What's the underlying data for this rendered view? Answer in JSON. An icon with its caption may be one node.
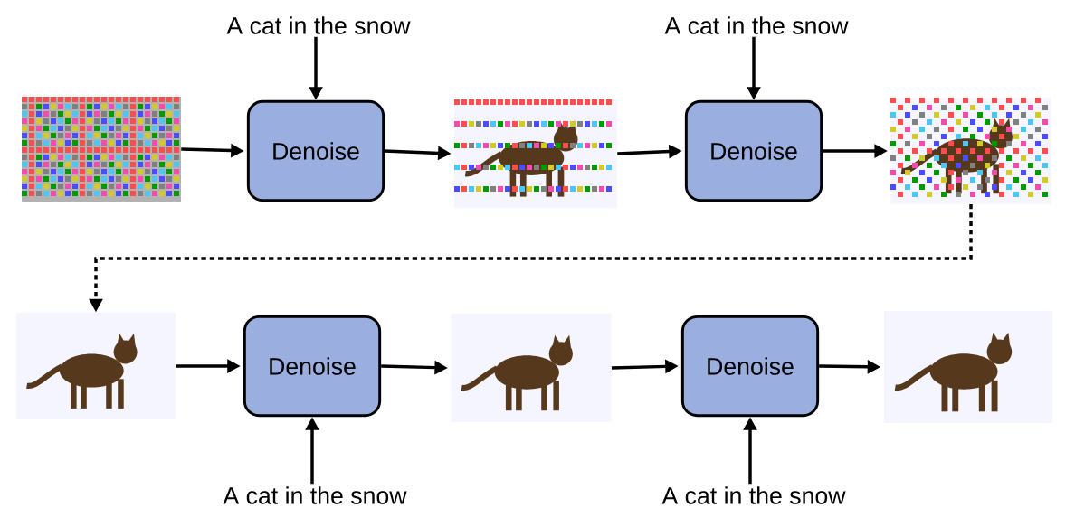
{
  "diagram": {
    "nodes": [
      {
        "text": [
          "A cat in the snow"
        ]
      },
      {
        "text": [
          "A cat in the snow"
        ]
      },
      {
        "text": [],
        "shape": "picture"
      },
      {
        "text": [
          "Denoise"
        ]
      },
      {
        "text": [],
        "shape": "picture"
      },
      {
        "text": [
          "Denoise"
        ]
      },
      {
        "text": [],
        "shape": "picture"
      },
      {
        "text": [],
        "shape": "picture"
      },
      {
        "text": [
          "Denoise"
        ]
      },
      {
        "text": [],
        "shape": "picture"
      },
      {
        "text": [
          "Denoise"
        ]
      },
      {
        "text": [],
        "shape": "picture"
      },
      {
        "text": [
          "A cat in the snow"
        ]
      },
      {
        "text": [
          "A cat in the snow"
        ]
      }
    ],
    "edges": [
      {
        "from": 0,
        "to": 3,
        "arrow": "to"
      },
      {
        "from": 1,
        "to": 5,
        "arrow": "to"
      },
      {
        "from": 2,
        "to": 3,
        "arrow": "to"
      },
      {
        "from": 3,
        "to": 4,
        "arrow": "to"
      },
      {
        "from": 4,
        "to": 5,
        "arrow": "to"
      },
      {
        "from": 5,
        "to": 6,
        "arrow": "to"
      },
      {
        "from": 6,
        "to": 7,
        "arrow": "to",
        "style": "dashed"
      },
      {
        "from": 7,
        "to": 8,
        "arrow": "to"
      },
      {
        "from": 8,
        "to": 9,
        "arrow": "to"
      },
      {
        "from": 9,
        "to": 10,
        "arrow": "to"
      },
      {
        "from": 10,
        "to": 11,
        "arrow": "to"
      },
      {
        "from": 12,
        "to": 8,
        "arrow": "to"
      },
      {
        "from": 13,
        "to": 10,
        "arrow": "to"
      }
    ]
  }
}
